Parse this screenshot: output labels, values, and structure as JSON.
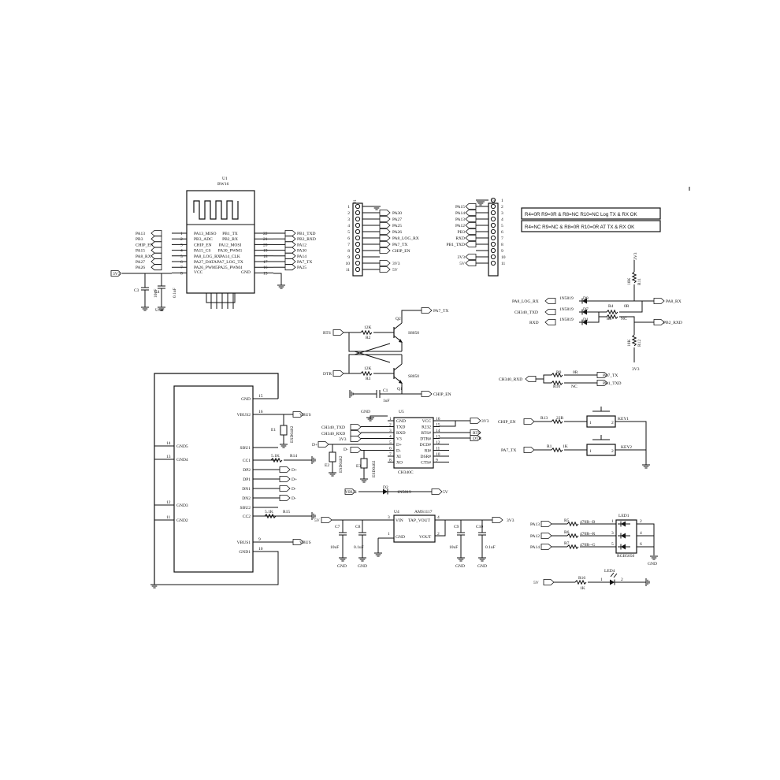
{
  "u1": {
    "ref": "U1",
    "part": "BW16",
    "left_nets": [
      "PA13",
      "PB3",
      "CHIP_EN",
      "PA15",
      "PA8_RX",
      "PA27",
      "PA26"
    ],
    "right_nets": [
      "PB1_TXD",
      "PB2_RXD",
      "PA12",
      "PA30",
      "PA14",
      "PA7_TX",
      "PA25"
    ],
    "left_pins": [
      {
        "num": "1",
        "name": "PA13_MISO"
      },
      {
        "num": "2",
        "name": "PB3_ADC"
      },
      {
        "num": "3",
        "name": "CHIP_EN"
      },
      {
        "num": "4",
        "name": "PA15_CS"
      },
      {
        "num": "5",
        "name": "PA8_LOG_RX"
      },
      {
        "num": "6",
        "name": "PA27_DATA"
      },
      {
        "num": "7",
        "name": "PA26_PWM5"
      },
      {
        "num": "8",
        "name": "VCC"
      }
    ],
    "right_pins": [
      {
        "num": "22",
        "name": "PB1_TX"
      },
      {
        "num": "21",
        "name": "PB2_RX"
      },
      {
        "num": "20",
        "name": "PA12_MOSI"
      },
      {
        "num": "19",
        "name": "PA30_PWM1"
      },
      {
        "num": "18",
        "name": "PA14_CLK"
      },
      {
        "num": "17",
        "name": "PA7_LOG_TX"
      },
      {
        "num": "16",
        "name": "PA25_PWM4"
      },
      {
        "num": "15",
        "name": "GND"
      }
    ],
    "power_net": "3V3",
    "caps": {
      "c3": "C3",
      "c4": "C4",
      "v1": "10uF",
      "v2": "0.1uF"
    },
    "usb_lbl": "USB"
  },
  "j1": {
    "ref": "J1",
    "nets": [
      "PA30",
      "PA27",
      "PA25",
      "PA26",
      "PA8_LOG_RX",
      "PA7_TX",
      "CHIP_EN",
      "",
      "3V3",
      "5V"
    ]
  },
  "j2": {
    "ref": "J2",
    "nets": [
      "PA15",
      "PA14",
      "PA13",
      "PA12",
      "PB3",
      "RXD",
      "PB1_TXD",
      "",
      "3V3",
      "5V"
    ]
  },
  "config_notes": [
    "R4=0R  R9=0R  &  R8=NC R10=NC  Log TX & RX OK",
    "R4=NC  R9=NC  &  R8=0R R10=0R  AT TX & RX OK"
  ],
  "rx_sel": {
    "sig1": "PA8_LOG_RX",
    "sig2": "CH340_TXD",
    "sig3": "RXD",
    "diodes": [
      "1N5819",
      "1N5819",
      "1N5819"
    ],
    "drefs": [
      "D8",
      "D7",
      "D1"
    ],
    "out1": "PA8_RX",
    "out2": "PB2_RXD",
    "r4": "R4",
    "r4v": "0R",
    "r8": "R8",
    "r8v": "NC",
    "r11": "R11",
    "r11v": "10K",
    "r12": "R12",
    "r12v": "10K",
    "pwr": "3V3"
  },
  "tx_sel": {
    "in": "CH340_RXD",
    "r9": "R9",
    "r9v": "0R",
    "r10": "R10",
    "r10v": "NC",
    "out1": "PA7_TX",
    "out2": "PB1_TXD"
  },
  "autoreset": {
    "rts": "RTS",
    "dtr": "DTR",
    "r2": "R2",
    "r2v": "12K",
    "r3": "R3",
    "r3v": "12K",
    "q2": "Q2",
    "q1": "Q1",
    "qpart": "S8050",
    "pa7": "PA7_TX",
    "chip_en": "CHIP_EN",
    "c1": "C1",
    "c1v": "1uF"
  },
  "usb": {
    "pins": [
      "GND",
      "VBUS2",
      "SBU1",
      "CC1",
      "DP2",
      "DP1",
      "DN1",
      "DN2",
      "SBU2",
      "CC2",
      "VBUS1",
      "GND1"
    ],
    "pin_nums": [
      "15",
      "16",
      "",
      "",
      "",
      "",
      "",
      "",
      "",
      "",
      "9",
      "10"
    ],
    "left_pins": [
      "GND5",
      "GND4",
      "GND3",
      "GND2"
    ],
    "left_nums": [
      "14",
      "13",
      "12",
      "11"
    ],
    "vbus": "VBUS",
    "e1": "E1",
    "e1p": "ESD0402",
    "r14": "R14",
    "r14v": "5.1K",
    "r15": "R15",
    "r15v": "5.1K",
    "dp": "D+",
    "dn": "D-"
  },
  "ch340": {
    "ref": "U5",
    "part": "CH340C",
    "left": [
      "GND",
      "TXD",
      "RXD",
      "V3",
      "D+",
      "D-",
      "XI",
      "XO"
    ],
    "left_nums": [
      "1",
      "2",
      "3",
      "4",
      "5",
      "6",
      "7",
      "8"
    ],
    "right": [
      "VCC",
      "R232",
      "RTS#",
      "DTR#",
      "DCD#",
      "RI#",
      "DSR#",
      "CTS#"
    ],
    "right_nums": [
      "16",
      "15",
      "14",
      "13",
      "12",
      "11",
      "10",
      "9"
    ],
    "txd_net": "CH340_TXD",
    "rxd_net": "CH340_RXD",
    "v3": "3V3",
    "gnd": "GND",
    "vcc": "3V3",
    "rts": "RTS",
    "dtr": "DTR",
    "dplus": "D+",
    "dminus": "D-",
    "e2": "E2",
    "e3": "E3",
    "esd": "ESD0402",
    "d2": "D2",
    "d2p": "1N5819",
    "vbus": "VBUS",
    "out5v": "5V"
  },
  "ldo": {
    "ref": "U4",
    "part": "AMS1117",
    "vin_pin": "VIN",
    "vout_pin": "VOUT",
    "tab_pin": "TAP_VOUT",
    "gnd_pin": "GND",
    "nums": [
      "3",
      "4",
      "2",
      "1"
    ],
    "in": "5V",
    "out": "3V3",
    "caps": [
      "C7",
      "C8",
      "C9",
      "C10"
    ],
    "cvals": [
      "10uF",
      "0.1uF",
      "10uF",
      "0.1uF"
    ],
    "gnd": "GND"
  },
  "keys": {
    "chip_en": "CHIP_EN",
    "pa7": "PA7_TX",
    "r13": "R13",
    "r13v": "22R",
    "r1": "R1",
    "r1v": "1K",
    "key1": "KEY1",
    "key2": "KEY2"
  },
  "rgb": {
    "ref": "LED1",
    "part": "RGB5050",
    "nets": [
      "PA13",
      "PA12",
      "PA14"
    ],
    "rrefs": [
      "R5",
      "R6",
      "R7"
    ],
    "rvals": [
      "470R--B",
      "470R--R",
      "470R--G"
    ],
    "pins": [
      "1",
      "2",
      "3",
      "4",
      "5",
      "6"
    ],
    "gnd": "GND"
  },
  "led4": {
    "ref": "LED4",
    "net": "5V",
    "r": "R16",
    "rv": "1K",
    "p1": "1",
    "p2": "2"
  }
}
